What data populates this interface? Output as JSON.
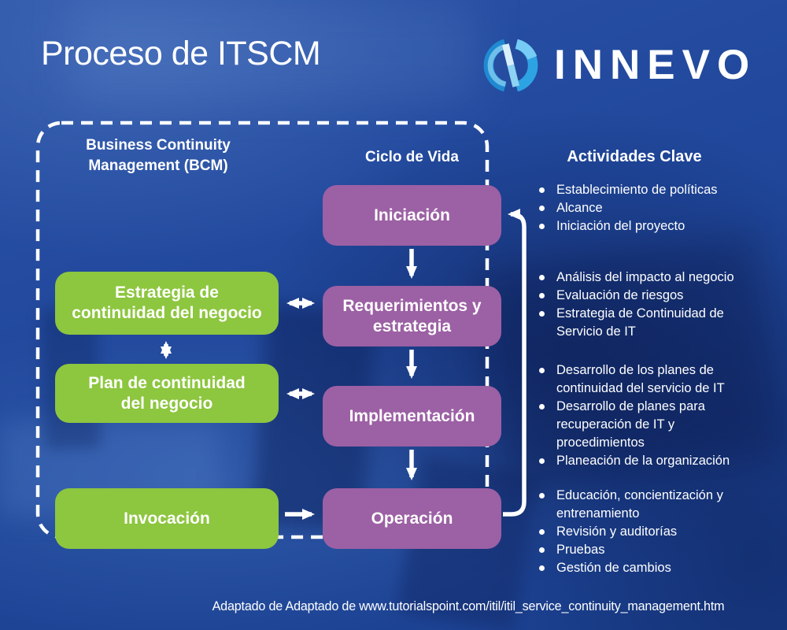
{
  "page": {
    "title": "Proceso de ITSCM",
    "footer": "Adaptado de Adaptado de www.tutorialspoint.com/itil/itil_service_continuity_management.htm"
  },
  "logo": {
    "brand": "INNEVO",
    "icon": "innevo-n-circle-icon",
    "colors": {
      "ring_left": "#1f8ad2",
      "ring_right": "#2ea3e4",
      "ring_light": "#7ed0f5",
      "n_light": "#d9effc",
      "n_mid": "#8fd3f4"
    }
  },
  "diagram": {
    "bcm_heading": "Business Continuity\nManagement (BCM)",
    "lifecycle_heading": "Ciclo de Vida",
    "lifecycle_steps": [
      "Iniciación",
      "Requerimientos y\nestrategia",
      "Implementación",
      "Operación"
    ],
    "bcm_steps": [
      "Estrategia de\ncontinuidad del negocio",
      "Plan de continuidad\ndel negocio",
      "Invocación"
    ],
    "colors": {
      "step_purple": "#9c60a4",
      "step_green": "#8dc63f",
      "background_blue": "#20479b",
      "arrow_white": "#ffffff"
    }
  },
  "activities": {
    "heading": "Actividades Clave",
    "groups": [
      {
        "items": [
          "Establecimiento de políticas",
          "Alcance",
          "Iniciación del proyecto"
        ]
      },
      {
        "items": [
          "Análisis del impacto al negocio",
          "Evaluación de riesgos",
          "Estrategia de Continuidad de\nServicio de IT"
        ]
      },
      {
        "items": [
          "Desarrollo de los planes de\ncontinuidad del servicio de IT",
          "Desarrollo de planes para\nrecuperación de IT y\nprocedimientos",
          "Planeación de la organización"
        ]
      },
      {
        "items": [
          "Educación, concientización y\nentrenamiento",
          "Revisión y auditorías",
          "Pruebas",
          "Gestión de cambios"
        ]
      }
    ]
  }
}
